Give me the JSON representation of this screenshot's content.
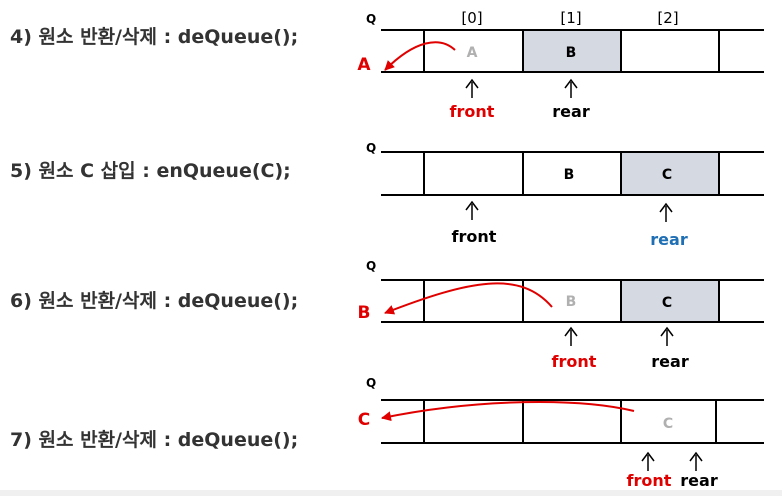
{
  "steps": [
    {
      "label": "4) 원소 반환/삭제 : deQueue();"
    },
    {
      "label": "5) 원소 C 삽입 : enQueue(C);"
    },
    {
      "label": "6) 원소 반환/삭제 : deQueue();"
    },
    {
      "label": "7) 원소 반환/삭제 : deQueue();"
    }
  ],
  "queue_label": "Q",
  "indices": [
    "[0]",
    "[1]",
    "[2]"
  ],
  "diagrams": [
    {
      "cells": [
        "A",
        "B",
        ""
      ],
      "filled": [
        false,
        true,
        false
      ],
      "faded": [
        true,
        false,
        false
      ],
      "output": "A",
      "front": "front",
      "rear": "rear",
      "front_index": 0,
      "rear_index": 1
    },
    {
      "cells": [
        "",
        "B",
        "C"
      ],
      "filled": [
        false,
        false,
        true
      ],
      "faded": [
        false,
        false,
        false
      ],
      "output": "",
      "front": "front",
      "rear": "rear",
      "front_index": 0,
      "rear_index": 2
    },
    {
      "cells": [
        "",
        "B",
        "C"
      ],
      "filled": [
        false,
        false,
        true
      ],
      "faded": [
        false,
        true,
        false
      ],
      "output": "B",
      "front": "front",
      "rear": "rear",
      "front_index": 1,
      "rear_index": 2
    },
    {
      "cells": [
        "",
        "",
        "C"
      ],
      "filled": [
        false,
        false,
        false
      ],
      "faded": [
        false,
        false,
        true
      ],
      "output": "C",
      "front": "front",
      "rear": "rear",
      "front_index": 2,
      "rear_index": 2
    }
  ],
  "colors": {
    "red": "#e00000",
    "blue": "#1f6fb5",
    "cell_fill": "#d5d9e2",
    "faded_text": "#b0b0b0"
  }
}
